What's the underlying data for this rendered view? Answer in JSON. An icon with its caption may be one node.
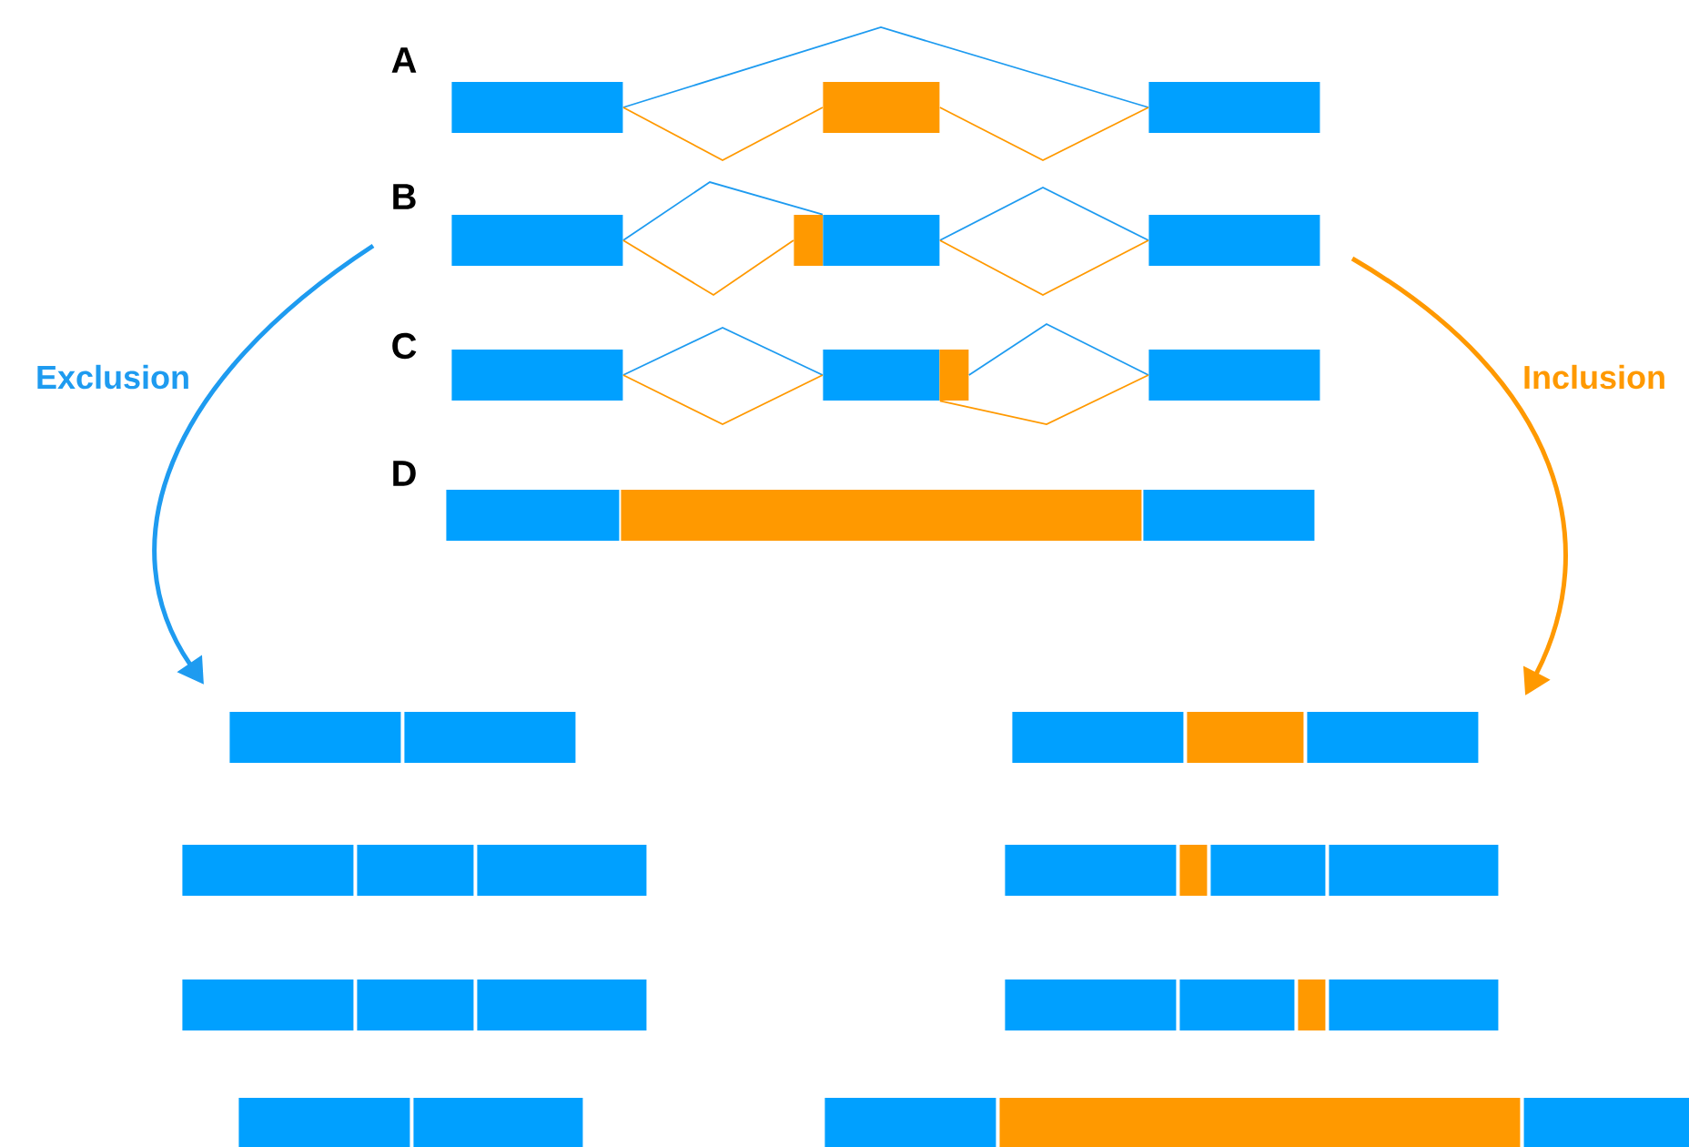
{
  "diagram": {
    "nodes": [
      {
        "text": [],
        "shape": "bar"
      },
      {
        "text": [],
        "shape": "bar"
      },
      {
        "text": [],
        "shape": "bar"
      },
      {
        "text": [],
        "shape": "bar"
      },
      {
        "text": [],
        "shape": "bar"
      },
      {
        "text": [],
        "shape": "bar"
      },
      {
        "text": [],
        "shape": "bar"
      },
      {
        "text": [],
        "shape": "bar"
      },
      {
        "text": [],
        "shape": "bar"
      },
      {
        "text": [],
        "shape": "bar"
      },
      {
        "text": [],
        "shape": "bar"
      },
      {
        "text": [],
        "shape": "bar"
      },
      {
        "text": [],
        "shape": "bar"
      },
      {
        "text": [],
        "shape": "bar"
      },
      {
        "text": [],
        "shape": "bar"
      },
      {
        "text": [],
        "shape": "bar"
      },
      {
        "text": [],
        "shape": "bar"
      },
      {
        "text": [],
        "shape": "bar"
      },
      {
        "text": [],
        "shape": "bar"
      },
      {
        "text": [],
        "shape": "bar"
      },
      {
        "text": [],
        "shape": "bar"
      },
      {
        "text": [],
        "shape": "bar"
      },
      {
        "text": [],
        "shape": "bar"
      },
      {
        "text": [],
        "shape": "bar"
      },
      {
        "text": [],
        "shape": "bar"
      },
      {
        "text": [],
        "shape": "bar"
      },
      {
        "text": [],
        "shape": "bar"
      },
      {
        "text": [],
        "shape": "bar"
      },
      {
        "text": [],
        "shape": "bar"
      },
      {
        "text": [],
        "shape": "bar"
      },
      {
        "text": [],
        "shape": "bar"
      },
      {
        "text": [],
        "shape": "bar"
      },
      {
        "text": [],
        "shape": "bar"
      },
      {
        "text": [],
        "shape": "bar"
      },
      {
        "text": [],
        "shape": "bar"
      },
      {
        "text": [],
        "shape": "bar"
      },
      {
        "text": [],
        "shape": "bar"
      },
      {
        "text": [],
        "shape": "bar"
      }
    ],
    "edges": [
      {
        "from": 0,
        "to": 2,
        "arrow": "none",
        "color": "#1e9bf0"
      },
      {
        "from": 0,
        "to": 1,
        "arrow": "none",
        "color": "#ff9900"
      },
      {
        "from": 1,
        "to": 2,
        "arrow": "none",
        "color": "#ff9900"
      },
      {
        "from": 3,
        "to": 5,
        "arrow": "none",
        "color": "#1e9bf0"
      },
      {
        "from": 3,
        "to": 4,
        "arrow": "none",
        "color": "#ff9900"
      },
      {
        "from": 5,
        "to": 6,
        "arrow": "none",
        "color": "#1e9bf0"
      },
      {
        "from": 5,
        "to": 6,
        "arrow": "none",
        "color": "#ff9900"
      },
      {
        "from": 7,
        "to": 8,
        "arrow": "none",
        "color": "#1e9bf0"
      },
      {
        "from": 7,
        "to": 8,
        "arrow": "none",
        "color": "#ff9900"
      },
      {
        "from": 9,
        "to": 10,
        "arrow": "none",
        "color": "#1e9bf0"
      },
      {
        "from": 8,
        "to": 10,
        "arrow": "none",
        "color": "#ff9900"
      }
    ],
    "labels": [
      "A",
      "B",
      "C",
      "Exclusion",
      "Inclusion",
      "D"
    ]
  }
}
